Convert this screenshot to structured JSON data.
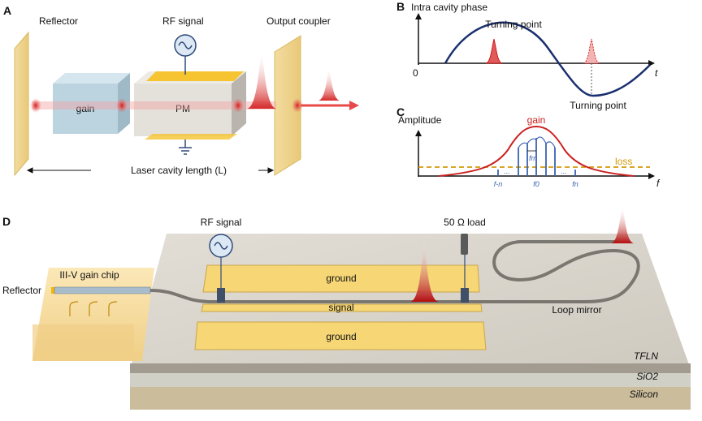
{
  "panel_a": {
    "letter": "A",
    "reflector": "Reflector",
    "rf_signal": "RF signal",
    "output_coupler": "Output coupler",
    "gain": "gain",
    "pm": "PM",
    "cavity_length": "Laser cavity length (L)"
  },
  "panel_b": {
    "letter": "B",
    "ylabel": "Intra cavity phase",
    "turning_point_top": "Turning point",
    "turning_point_bottom": "Turning point",
    "origin": "0",
    "xlabel": "t"
  },
  "panel_c": {
    "letter": "C",
    "ylabel": "Amplitude",
    "gain": "gain",
    "loss": "loss",
    "xlabel": "f",
    "f_minus_n": "f-n",
    "f_0": "f0",
    "f_n": "fn",
    "f_m": "fm",
    "ellipsis": "..."
  },
  "panel_d": {
    "letter": "D",
    "rf_signal": "RF signal",
    "load": "50 Ω load",
    "gain_chip": "III-V gain chip",
    "reflector": "Reflector",
    "ground_top": "ground",
    "signal": "signal",
    "ground_bottom": "ground",
    "loop_mirror": "Loop mirror",
    "layer_tfln": "TFLN",
    "layer_sio2": "SiO2",
    "layer_silicon": "Silicon"
  },
  "colors": {
    "phase_curve": "#1a2f6e",
    "gain_curve": "#cc1f1f",
    "loss_line": "#d49a0a",
    "comb_lines": "#3b63b0",
    "electrode": "#f6d675",
    "pulse": "#c8102e"
  }
}
